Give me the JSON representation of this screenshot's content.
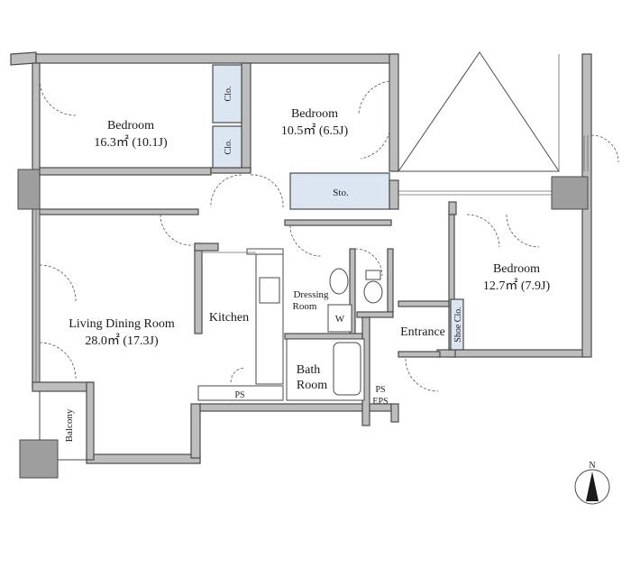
{
  "rooms": {
    "bedroom1": {
      "name": "Bedroom",
      "area": "16.3㎡ (10.1J)"
    },
    "bedroom2": {
      "name": "Bedroom",
      "area": "10.5㎡ (6.5J)"
    },
    "bedroom3": {
      "name": "Bedroom",
      "area": "12.7㎡ (7.9J)"
    },
    "living": {
      "name": "Living Dining Room",
      "area": "28.0㎡ (17.3J)"
    },
    "kitchen": "Kitchen",
    "dressing_line1": "Dressing",
    "dressing_line2": "Room",
    "bath_line1": "Bath",
    "bath_line2": "Room",
    "entrance": "Entrance",
    "balcony": "Balcony"
  },
  "storage": {
    "closet_top": "Clo.",
    "closet_bottom": "Clo.",
    "sto": "Sto.",
    "shoe": "Shoe Clo.",
    "washer": "W",
    "ps_kitchen": "PS",
    "ps_entrance": "PS",
    "eps": "EPS"
  },
  "compass": {
    "north": "N"
  }
}
